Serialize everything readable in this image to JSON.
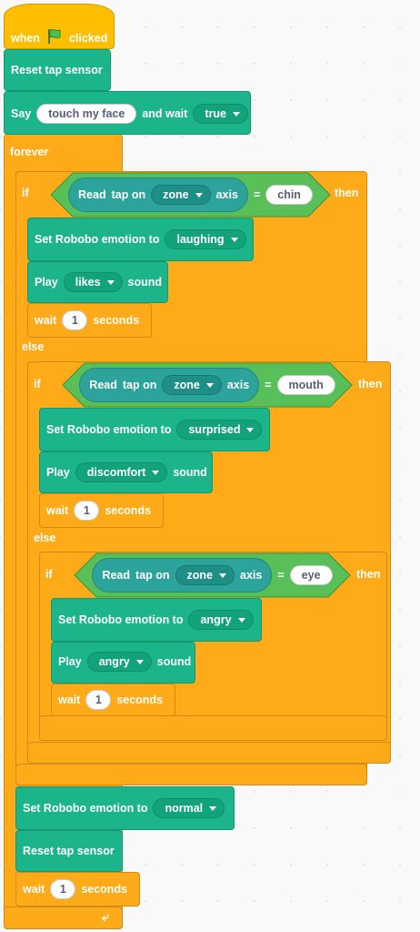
{
  "event": {
    "when": "when",
    "clicked": "clicked",
    "icon": "green-flag-icon"
  },
  "reset1": {
    "label": "Reset tap sensor"
  },
  "say": {
    "label": "Say",
    "text": "touch my face",
    "and_wait": "and wait",
    "wait_value": "true"
  },
  "forever": {
    "label": "forever",
    "end_icon": "loop-arrow-icon"
  },
  "if1": {
    "if": "if",
    "read": "Read",
    "tap_on": "tap on",
    "zone": "zone",
    "axis": "axis",
    "eq": "=",
    "value": "chin",
    "then": "then",
    "else": "else",
    "emotion_label": "Set Robobo emotion to",
    "emotion": "laughing",
    "play": "Play",
    "sound": "likes",
    "sound_label": "sound",
    "wait": "wait",
    "wait_value": "1",
    "seconds": "seconds"
  },
  "if2": {
    "if": "if",
    "read": "Read",
    "tap_on": "tap on",
    "zone": "zone",
    "axis": "axis",
    "eq": "=",
    "value": "mouth",
    "then": "then",
    "else": "else",
    "emotion_label": "Set Robobo emotion to",
    "emotion": "surprised",
    "play": "Play",
    "sound": "discomfort",
    "sound_label": "sound",
    "wait": "wait",
    "wait_value": "1",
    "seconds": "seconds"
  },
  "if3": {
    "if": "if",
    "read": "Read",
    "tap_on": "tap on",
    "zone": "zone",
    "axis": "axis",
    "eq": "=",
    "value": "eye",
    "then": "then",
    "emotion_label": "Set Robobo emotion to",
    "emotion": "angry",
    "play": "Play",
    "sound": "angry",
    "sound_label": "sound",
    "wait": "wait",
    "wait_value": "1",
    "seconds": "seconds"
  },
  "tail": {
    "emotion_label": "Set Robobo emotion to",
    "emotion": "normal",
    "reset": "Reset tap sensor",
    "wait": "wait",
    "wait_value": "1",
    "seconds": "seconds"
  },
  "colors": {
    "control": "#ffab19",
    "robobo": "#1cb48a",
    "event": "#ffbf00",
    "operator": "#59c059",
    "sensing": "#2ca39b"
  }
}
